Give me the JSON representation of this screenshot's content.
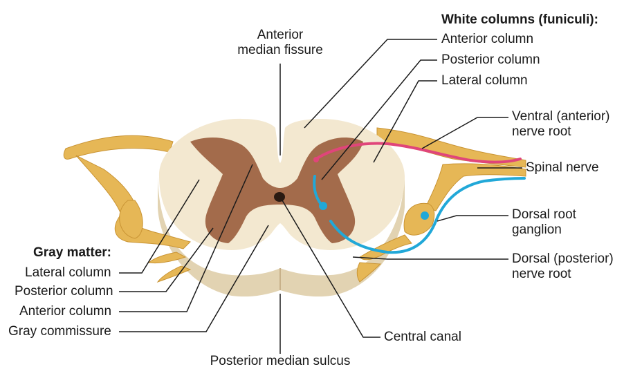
{
  "colors": {
    "white_matter": "#f3e8d0",
    "white_matter_side": "#e2d3b2",
    "gray_matter": "#a36b4b",
    "nerve": "#e6b756",
    "nerve_dark": "#c99434",
    "ventral_fiber": "#e0457a",
    "dorsal_fiber": "#21a8d8",
    "leader_line": "#1a1a1a"
  },
  "labels": {
    "anterior_median_fissure": [
      "Anterior",
      "median fissure"
    ],
    "white_columns_heading": "White columns (funiculi):",
    "white_anterior_column": "Anterior column",
    "white_posterior_column": "Posterior column",
    "white_lateral_column": "Lateral column",
    "ventral_root": [
      "Ventral (anterior)",
      "nerve root"
    ],
    "spinal_nerve": "Spinal nerve",
    "dorsal_root_ganglion": [
      "Dorsal root",
      "ganglion"
    ],
    "dorsal_root": [
      "Dorsal (posterior)",
      "nerve root"
    ],
    "central_canal": "Central canal",
    "posterior_median_sulcus": "Posterior median sulcus",
    "gray_matter_heading": "Gray matter:",
    "gray_lateral_column": "Lateral column",
    "gray_posterior_column": "Posterior column",
    "gray_anterior_column": "Anterior column",
    "gray_commissure": "Gray commissure"
  }
}
